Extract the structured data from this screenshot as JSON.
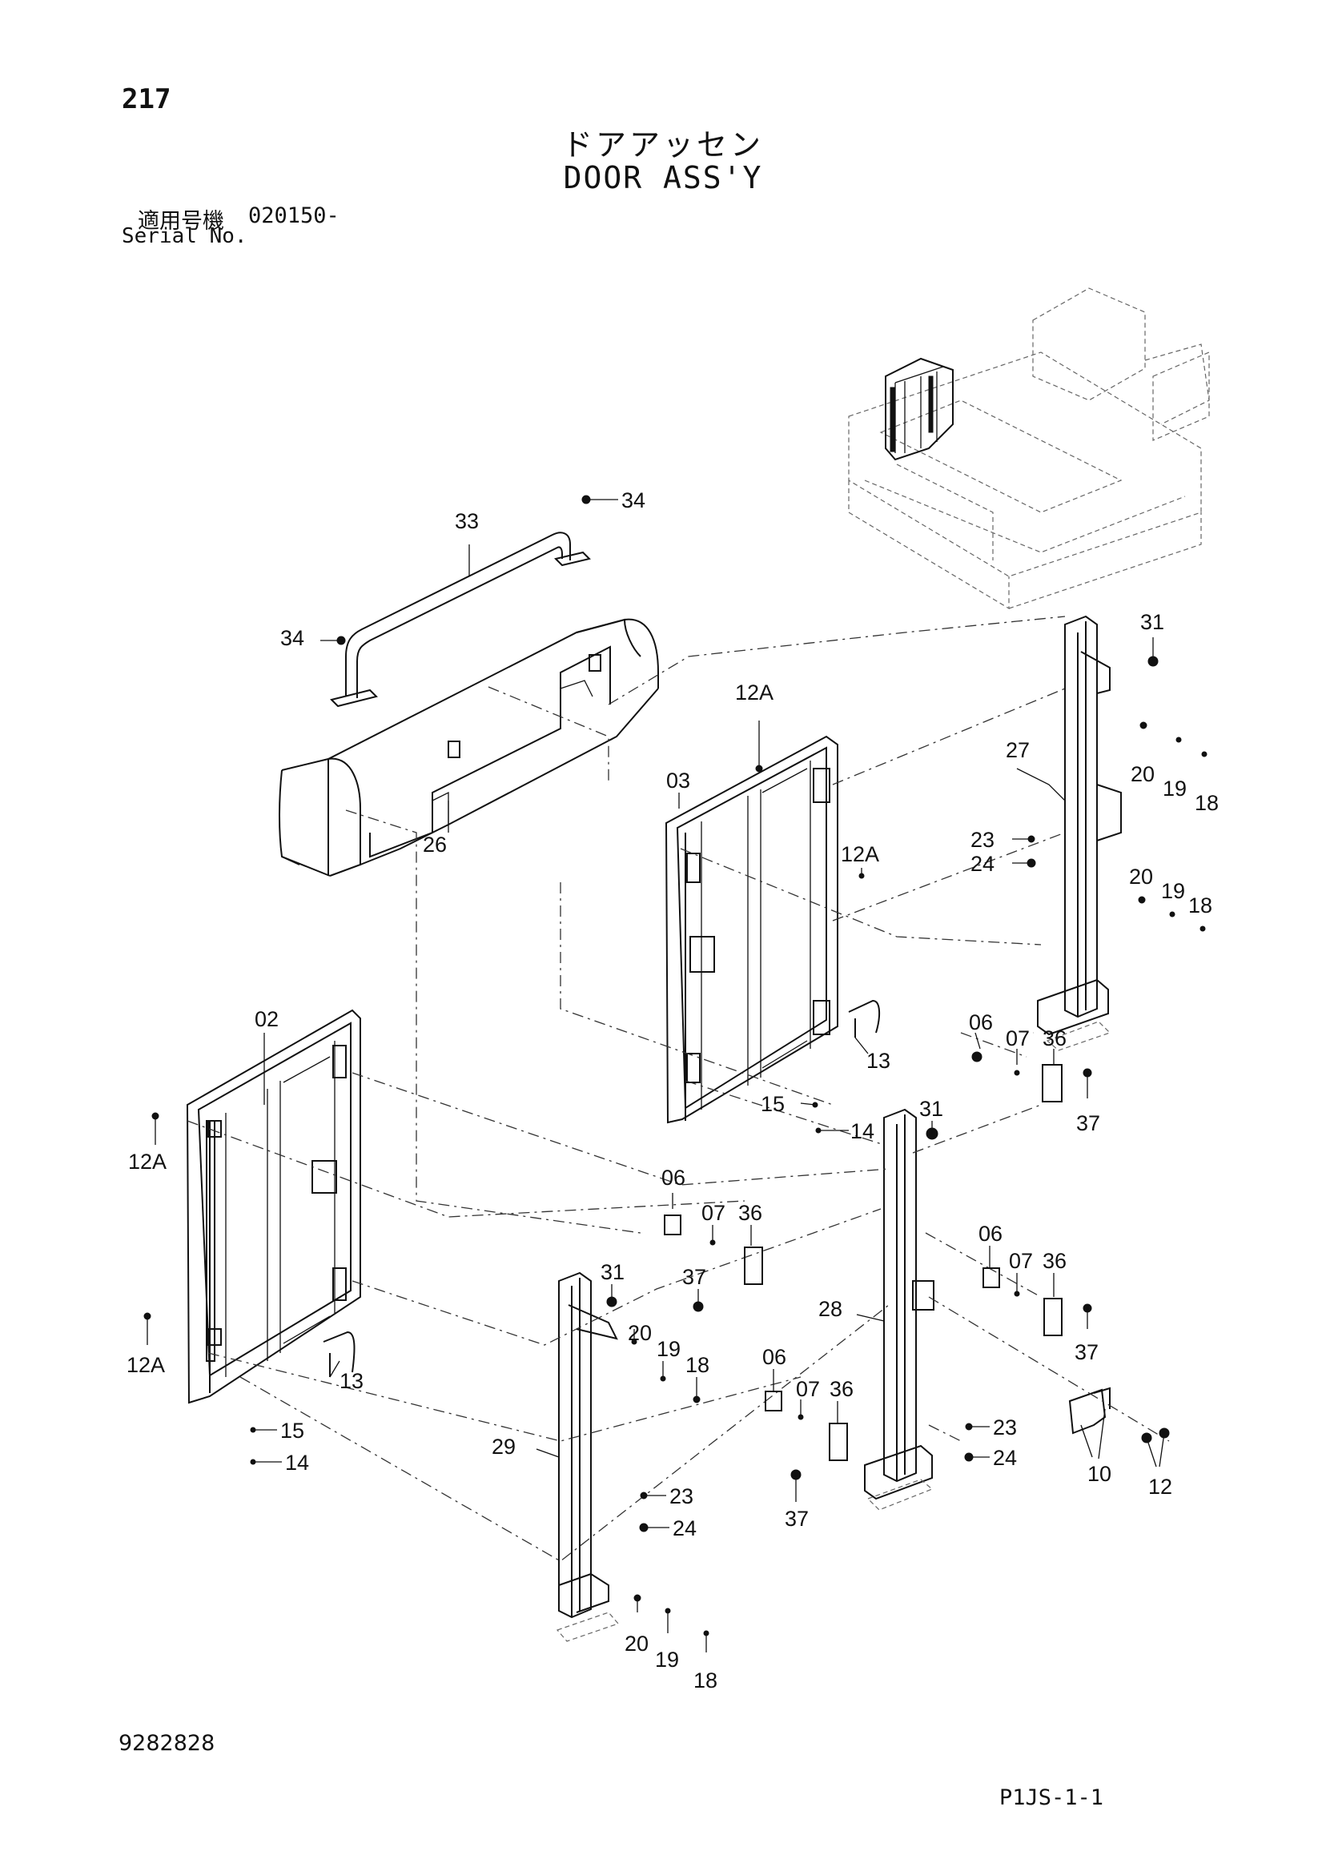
{
  "header": {
    "page_number": "217",
    "title_ja": "ドアアッセン",
    "title_en": "DOOR ASS'Y",
    "serial_label_ja": "適用号機",
    "serial_value": "020150-",
    "serial_label_en": "Serial No."
  },
  "footer": {
    "drawing_number": "9282828",
    "sheet_code": "P1JS-1-1"
  },
  "callouts": [
    "34",
    "33",
    "34",
    "26",
    "12A",
    "03",
    "31",
    "27",
    "20",
    "19",
    "18",
    "23",
    "24",
    "12A",
    "20",
    "19",
    "18",
    "02",
    "13",
    "06",
    "07",
    "36",
    "15",
    "14",
    "31",
    "37",
    "12A",
    "06",
    "07",
    "36",
    "37",
    "06",
    "07",
    "36",
    "31",
    "28",
    "37",
    "20",
    "19",
    "18",
    "12A",
    "13",
    "15",
    "14",
    "06",
    "07",
    "36",
    "23",
    "24",
    "10",
    "12",
    "29",
    "37",
    "23",
    "24",
    "20",
    "19",
    "18"
  ]
}
